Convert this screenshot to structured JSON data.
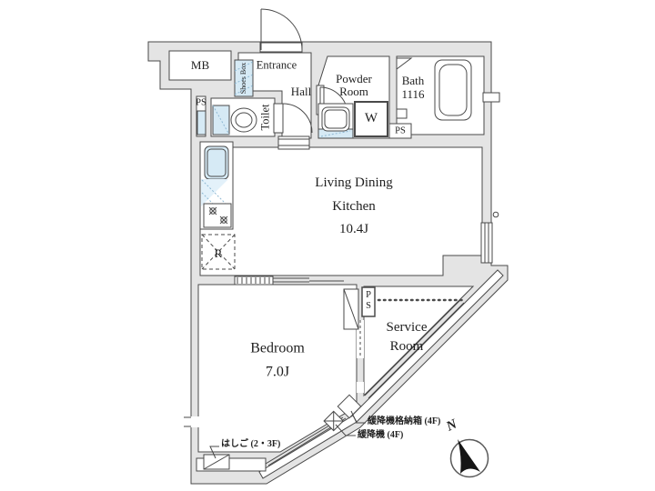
{
  "floor_plan": {
    "rooms": {
      "meter_box": {
        "label": "MB"
      },
      "entrance": {
        "label": "Entrance"
      },
      "shoes_box": {
        "label": "Shoes Box"
      },
      "hall": {
        "label": "Hall"
      },
      "toilet": {
        "label": "Toilet"
      },
      "powder_room": {
        "line1": "Powder",
        "line2": "Room"
      },
      "bath": {
        "line1": "Bath",
        "line2": "1116"
      },
      "washing_machine": {
        "label": "W"
      },
      "living_dining_kitchen": {
        "line1": "Living Dining",
        "line2": "Kitchen",
        "size": "10.4J"
      },
      "refrigerator": {
        "label": "R"
      },
      "bedroom": {
        "label": "Bedroom",
        "size": "7.0J"
      },
      "service_room": {
        "line1": "Service",
        "line2": "Room"
      }
    },
    "pipe_spaces": {
      "hall_ps": "PS",
      "bath_ps": "PS",
      "service_ps": "PS"
    },
    "annotations": {
      "ladder": "はしご (2・3F)",
      "escape_device_box": "緩降機格納箱 (4F)",
      "escape_device": "緩降機 (4F)"
    },
    "compass": {
      "north": "N"
    },
    "colors": {
      "wall_fill": "#e4e4e4",
      "wall_stroke": "#4a4a4a",
      "fixture_blue": "#d6eaf5",
      "hatch_blue": "#8fb9d4",
      "text": "#1f1f1f",
      "needle": "#151515"
    }
  }
}
